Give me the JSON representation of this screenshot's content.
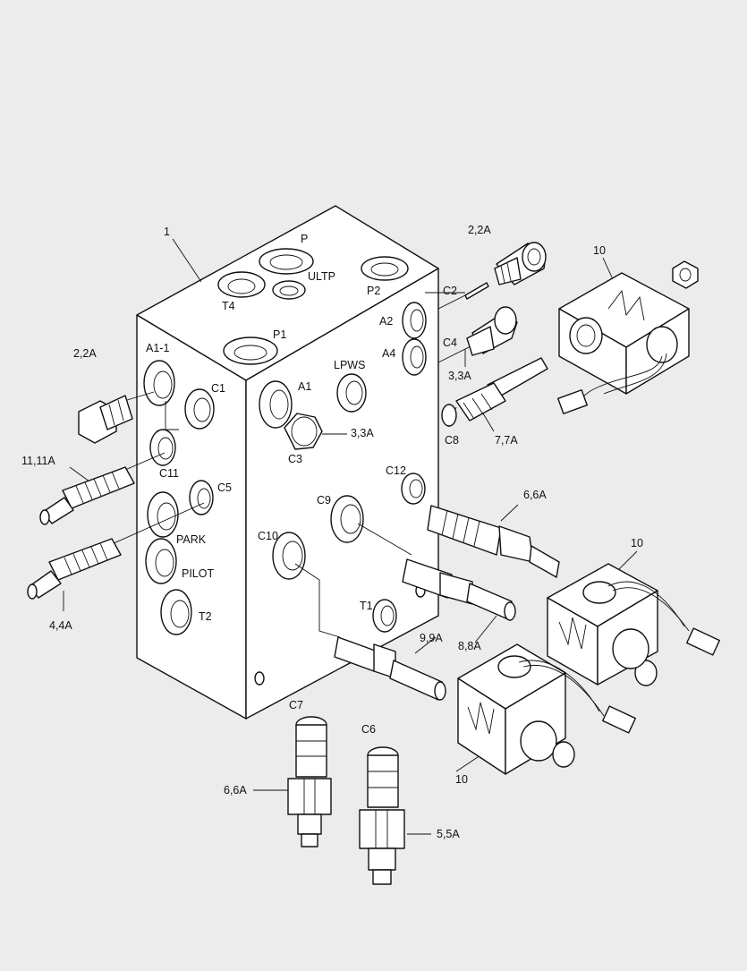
{
  "diagram": {
    "labels": {
      "block_item": "1",
      "port_p": "P",
      "port_ultp": "ULTP",
      "port_t4": "T4",
      "port_p2": "P2",
      "port_p1": "P1",
      "port_a2": "A2",
      "port_a4": "A4",
      "port_a1_1": "A1-1",
      "port_c1": "C1",
      "port_c11": "C11",
      "port_c5": "C5",
      "port_park": "PARK",
      "port_pilot": "PILOT",
      "port_t2": "T2",
      "port_a1": "A1",
      "port_lpws": "LPWS",
      "port_c3": "C3",
      "port_c12": "C12",
      "port_c9": "C9",
      "port_c10": "C10",
      "port_t1": "T1",
      "port_c2": "C2",
      "port_c4": "C4",
      "port_c8": "C8",
      "port_c7": "C7",
      "port_c6": "C6",
      "item_2_2a_top": "2,2A",
      "item_2_2a_left": "2,2A",
      "item_3_3a_block": "3,3A",
      "item_3_3a_right": "3,3A",
      "item_7_7a": "7,7A",
      "item_11_11a": "11,11A",
      "item_4_4a": "4,4A",
      "item_6_6a_right": "6,6A",
      "item_9_9a": "9,9A",
      "item_8_8a": "8,8A",
      "item_6_6a_bottom": "6,6A",
      "item_5_5a": "5,5A",
      "item_10_top": "10",
      "item_10_mid": "10",
      "item_10_bottom": "10"
    }
  }
}
